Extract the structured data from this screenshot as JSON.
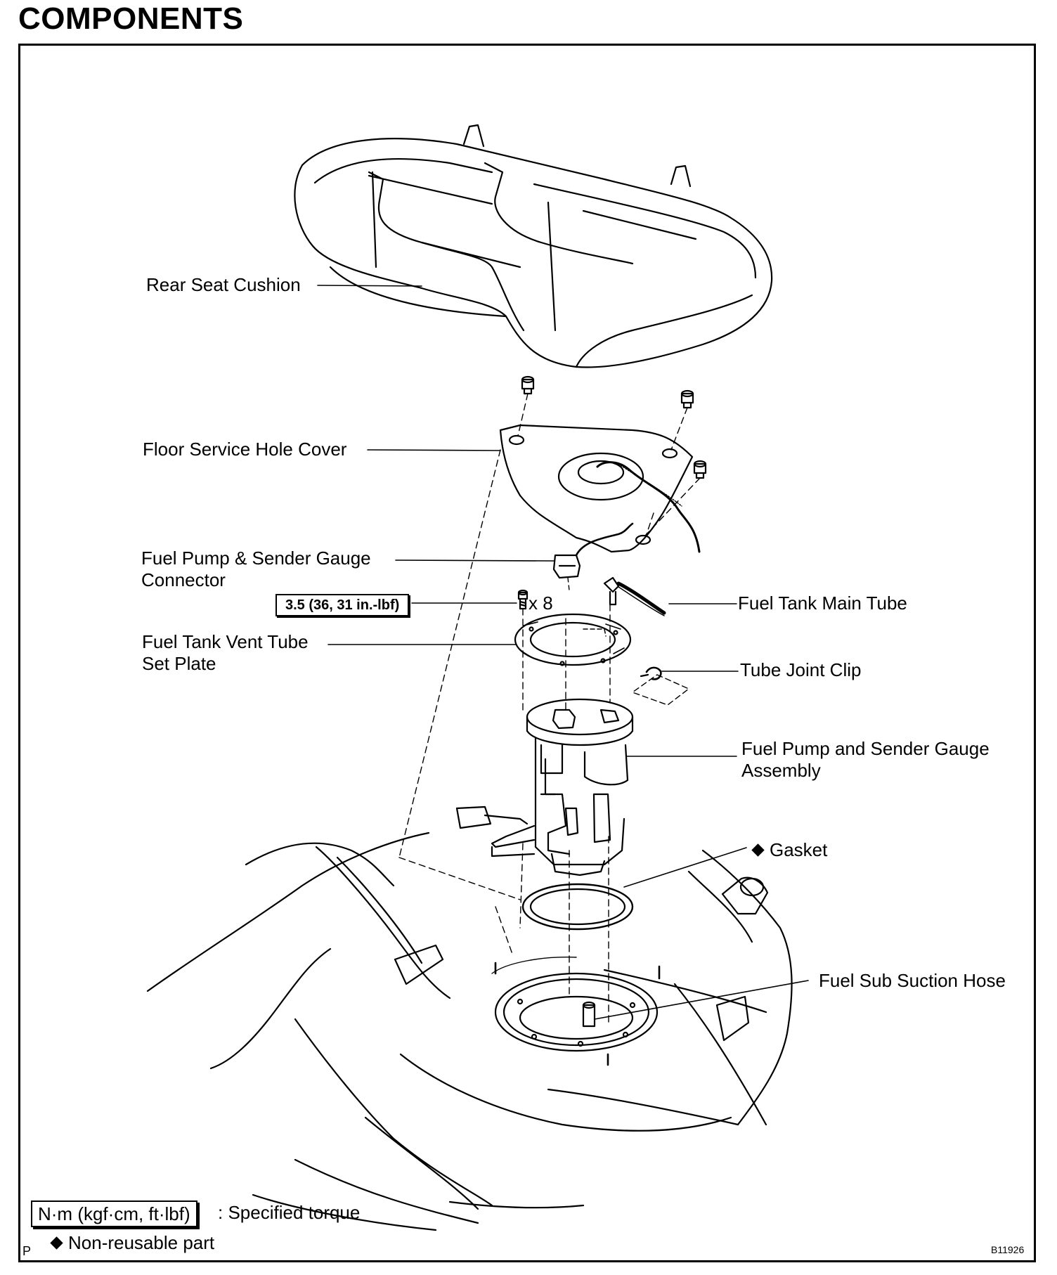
{
  "title": "COMPONENTS",
  "labels": {
    "rear_seat_cushion": "Rear Seat Cushion",
    "floor_service_hole_cover": "Floor Service Hole Cover",
    "fuel_pump_sender_gauge_connector_line1": "Fuel Pump & Sender Gauge",
    "fuel_pump_sender_gauge_connector_line2": "Connector",
    "fuel_tank_main_tube": "Fuel Tank Main Tube",
    "fuel_tank_vent_tube_set_plate_line1": "Fuel Tank Vent Tube",
    "fuel_tank_vent_tube_set_plate_line2": "Set Plate",
    "tube_joint_clip": "Tube Joint Clip",
    "fuel_pump_sender_gauge_assembly_line1": "Fuel Pump and Sender Gauge",
    "fuel_pump_sender_gauge_assembly_line2": "Assembly",
    "gasket": "Gasket",
    "fuel_sub_suction_hose": "Fuel Sub Suction Hose"
  },
  "torque_spec": "3.5 (36, 31 in.-lbf)",
  "bolt_quantity": "x 8",
  "legend": {
    "torque_unit": "N·m (kgf·cm, ft·lbf)",
    "torque_text": ": Specified torque",
    "nonreusable_text": "Non-reusable part"
  },
  "page_mark": "P",
  "figure_id": "B11926"
}
